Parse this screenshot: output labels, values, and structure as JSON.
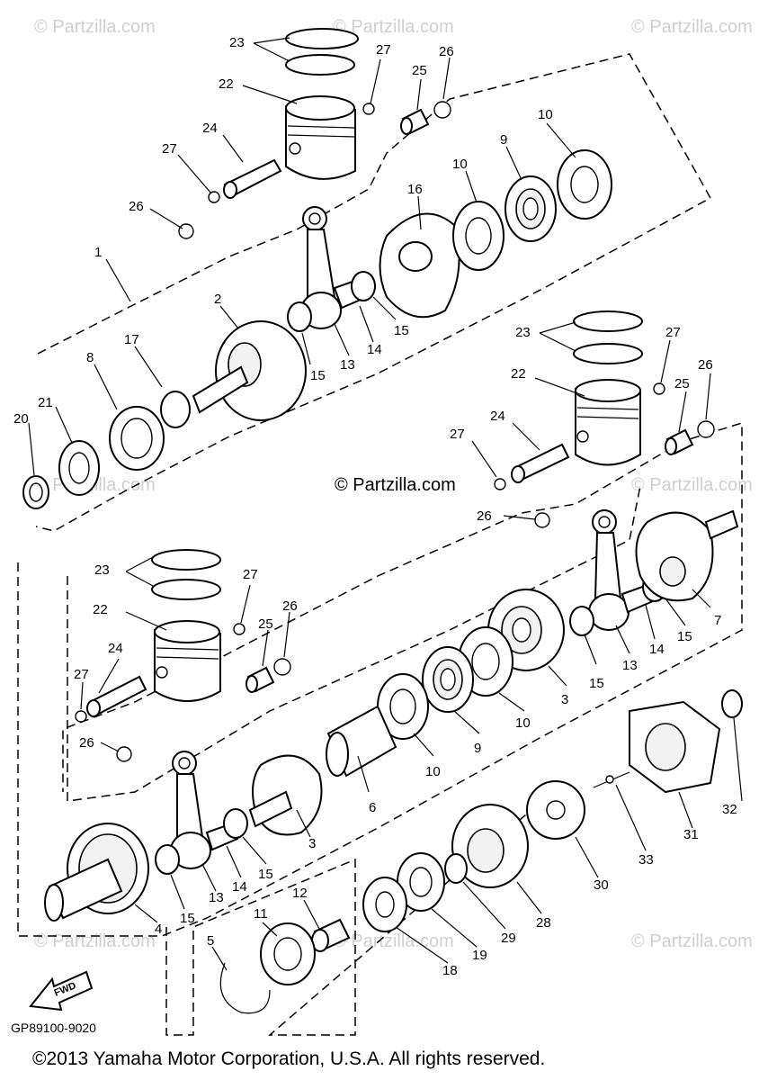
{
  "watermarks": {
    "corner": "© Partzilla.com",
    "center": "© Partzilla.com"
  },
  "labels": {
    "l1": "1",
    "l2": "2",
    "l3a": "3",
    "l3b": "3",
    "l4": "4",
    "l5": "5",
    "l6": "6",
    "l7": "7",
    "l8": "8",
    "l9a": "9",
    "l9b": "9",
    "l10a": "10",
    "l10b": "10",
    "l10c": "10",
    "l10d": "10",
    "l11": "11",
    "l12": "12",
    "l13a": "13",
    "l13b": "13",
    "l13c": "13",
    "l14a": "14",
    "l14b": "14",
    "l14c": "14",
    "l15a": "15",
    "l15b": "15",
    "l15c": "15",
    "l15d": "15",
    "l15e": "15",
    "l15f": "15",
    "l16": "16",
    "l17": "17",
    "l18": "18",
    "l19": "19",
    "l20": "20",
    "l21": "21",
    "l22a": "22",
    "l22b": "22",
    "l22c": "22",
    "l23a": "23",
    "l23b": "23",
    "l23c": "23",
    "l24a": "24",
    "l24b": "24",
    "l24c": "24",
    "l25a": "25",
    "l25b": "25",
    "l25c": "25",
    "l26a": "26",
    "l26b": "26",
    "l26c": "26",
    "l26d": "26",
    "l26e": "26",
    "l26f": "26",
    "l27a": "27",
    "l27b": "27",
    "l27c": "27",
    "l27d": "27",
    "l27e": "27",
    "l27f": "27",
    "l28": "28",
    "l29": "29",
    "l30": "30",
    "l31": "31",
    "l32": "32",
    "l33": "33"
  },
  "fwd_label": "FWD",
  "diagram_code": "GP89100-9020",
  "copyright": "©2013 Yamaha Motor Corporation, U.S.A. All rights reserved."
}
